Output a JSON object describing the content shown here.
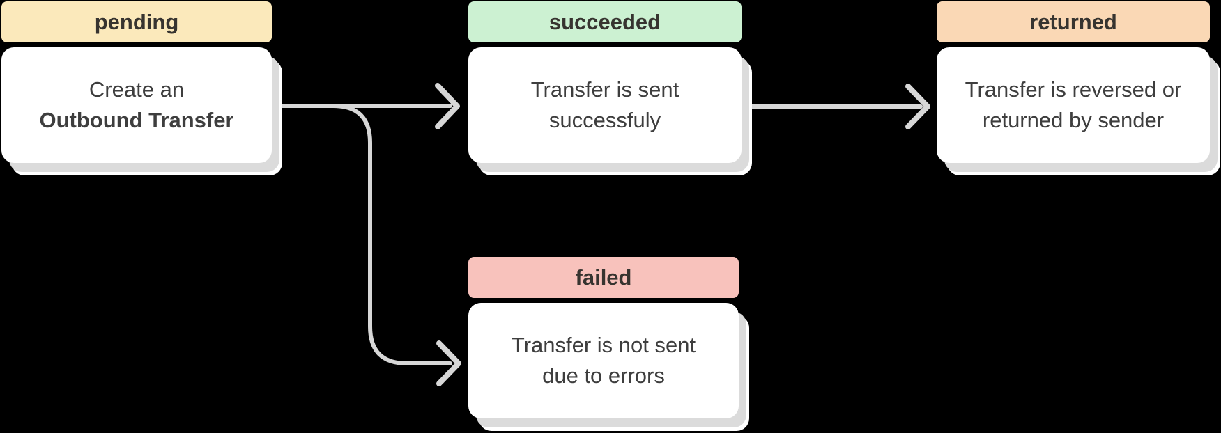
{
  "diagram": {
    "type": "state-flow",
    "subject": "Outbound Transfer states",
    "nodes": [
      {
        "id": "pending",
        "state": "pending",
        "line1": "Create an",
        "line2": "Outbound Transfer",
        "line2_bold": true,
        "label_color": "#FBE9BB"
      },
      {
        "id": "succeeded",
        "state": "succeeded",
        "line1": "Transfer is sent",
        "line2": "successfuly",
        "line2_bold": false,
        "label_color": "#CCF1D2"
      },
      {
        "id": "returned",
        "state": "returned",
        "line1": "Transfer is reversed or",
        "line2": "returned by sender",
        "line2_bold": false,
        "label_color": "#FAD8B5"
      },
      {
        "id": "failed",
        "state": "failed",
        "line1": "Transfer is not sent",
        "line2": "due to errors",
        "line2_bold": false,
        "label_color": "#F8C2BC"
      }
    ],
    "edges": [
      {
        "from": "pending",
        "to": "succeeded"
      },
      {
        "from": "succeeded",
        "to": "returned"
      },
      {
        "from": "pending",
        "to": "failed"
      }
    ]
  },
  "colors": {
    "background": "#000000",
    "card_bg": "#FFFFFF",
    "card_back": "#FFFFFF",
    "card_shadow": "#DBDBDB",
    "arrow": "#D7D7D7",
    "label_text": "#373430",
    "body_text": "#3E3E3E",
    "pending_bg": "#FBE9BB",
    "succeeded_bg": "#CCF1D2",
    "returned_bg": "#FAD8B5",
    "failed_bg": "#F8C2BC"
  }
}
